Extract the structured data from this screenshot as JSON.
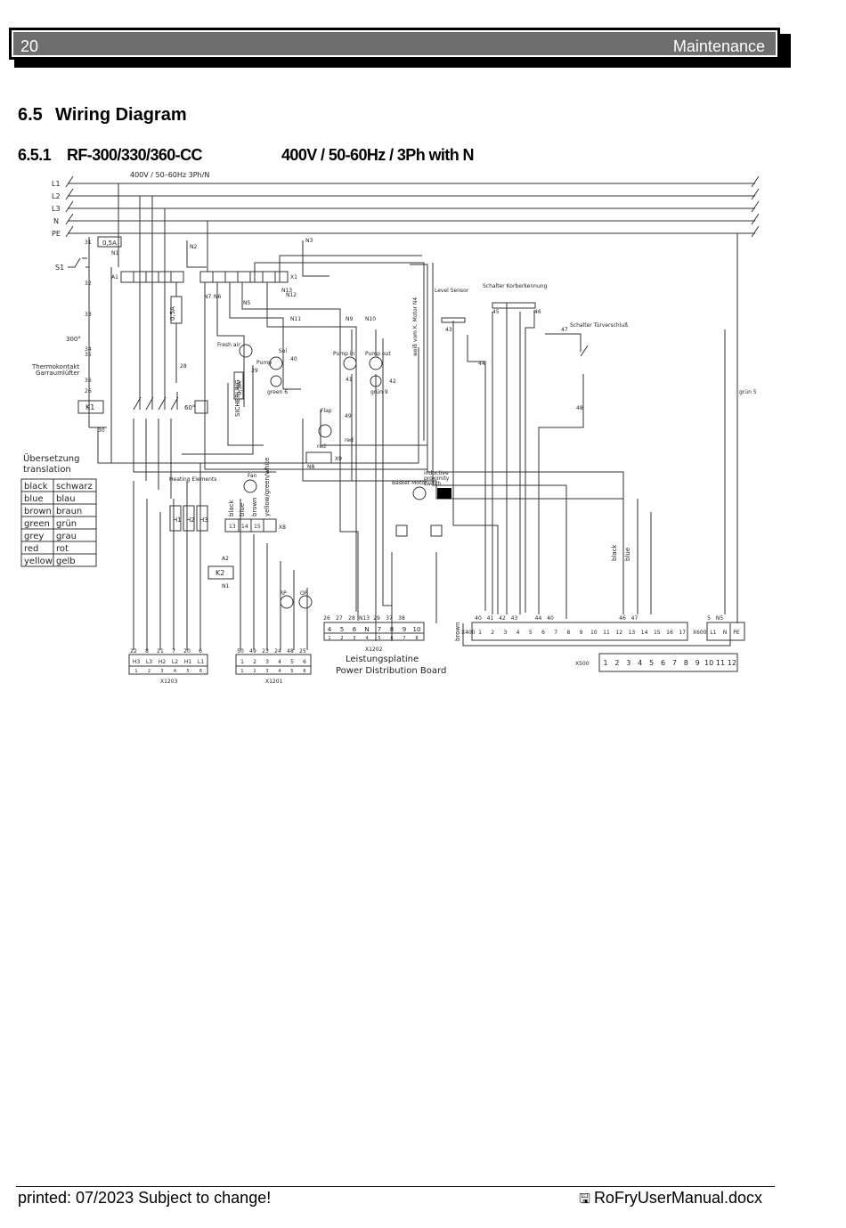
{
  "header": {
    "page_number": "20",
    "section": "Maintenance"
  },
  "section": {
    "number": "6.5",
    "title": "Wiring Diagram"
  },
  "subsection": {
    "number": "6.5.1",
    "title": "RF-300/330/360-CC",
    "spec": "400V / 50-60Hz / 3Ph with N"
  },
  "diagram": {
    "supply_label": "400V / 50–60Hz 3Ph/N",
    "lines": [
      "L1",
      "L2",
      "L3",
      "N",
      "PE"
    ],
    "fuse_main": "0,5A",
    "fuse_side": "0,5A",
    "fuse_sicherung": "0,5A",
    "sicherung": "SICHERUNG",
    "switch": "S1",
    "thermo_300": "300°",
    "thermo_label_1": "Thermokontakt",
    "thermo_label_2": "Garraumlüfter",
    "k1": "K1",
    "k2": "K2",
    "deg60": "60°",
    "translation_title_1": "Übersetzung",
    "translation_title_2": "translation",
    "translation": [
      [
        "black",
        "schwarz"
      ],
      [
        "blue",
        "blau"
      ],
      [
        "brown",
        "braun"
      ],
      [
        "green",
        "grün"
      ],
      [
        "grey",
        "grau"
      ],
      [
        "red",
        "rot"
      ],
      [
        "yellow",
        "gelb"
      ]
    ],
    "fresh_air": "Fresh air",
    "pump": "Pump",
    "sol": "Sol",
    "pump_in": "Pump in",
    "pump_out": "Pump out",
    "level_sensor": "Level Sensor",
    "korb": "Schalter Korberkennung",
    "tuer": "Schalter Türverschluß",
    "flap": "Flap",
    "heating": "Heating Elements",
    "fan": "Fan",
    "basket_motor": "Basket Motor",
    "inductive_1": "inductive",
    "inductive_2": "proximity",
    "inductive_3": "switch",
    "heaters": [
      "H1",
      "H2",
      "H3"
    ],
    "fan_wires": [
      "black",
      "blue",
      "brown",
      "yellow/green/white"
    ],
    "fan_terms": [
      "13",
      "14",
      "15"
    ],
    "x8": "X8",
    "x9": "X9",
    "rp": "RP",
    "op": "OP",
    "x1202_terms": [
      "1",
      "2",
      "3",
      "4",
      "5",
      "6",
      "7",
      "8"
    ],
    "x1202_nums": [
      "26",
      "27",
      "28",
      "N13",
      "29",
      "37",
      "38"
    ],
    "x1202_nums2": [
      "4",
      "5",
      "6",
      "N",
      "7",
      "8",
      "9",
      "10"
    ],
    "x1202": "X1202",
    "board_de": "Leistungsplatine",
    "board_en": "Power Distribution Board",
    "x1203": "X1203",
    "x1203_top": [
      "22",
      "8",
      "21",
      "7",
      "20",
      "6"
    ],
    "x1203_mid": [
      "H3",
      "L3",
      "H2",
      "L2",
      "H1",
      "L1"
    ],
    "x1203_bot": [
      "1",
      "2",
      "3",
      "4",
      "5",
      "6"
    ],
    "x1201": "X1201",
    "x1201_top": [
      "50",
      "49",
      "23",
      "24",
      "48",
      "25"
    ],
    "x1201_mid": [
      "1",
      "2",
      "3",
      "4",
      "5",
      "6"
    ],
    "x1201_bot": [
      "1",
      "2",
      "3",
      "4",
      "5",
      "6"
    ],
    "x400": "X400",
    "x400_top": [
      "40",
      "41",
      "42",
      "43",
      "",
      "44",
      "40",
      "",
      "",
      "",
      "",
      "",
      "46",
      "47",
      ""
    ],
    "x400_terms": [
      "1",
      "2",
      "3",
      "4",
      "5",
      "6",
      "7",
      "8",
      "9",
      "10",
      "11",
      "12",
      "13",
      "14",
      "15",
      "16",
      "17"
    ],
    "x500": "X500",
    "x500_terms": [
      "1",
      "2",
      "3",
      "4",
      "5",
      "6",
      "7",
      "8",
      "9",
      "10",
      "11",
      "12"
    ],
    "x600": "X600",
    "x600_terms": [
      "L1",
      "N",
      "PE"
    ],
    "x600_top": [
      "5",
      "N5"
    ],
    "wire_brown": "brown",
    "wire_black": "black",
    "wire_blue": "blue",
    "green5": "grün 5",
    "green6": "green 6",
    "green9": "grün 9",
    "wirelabels": [
      "N1",
      "N2",
      "N3",
      "N5",
      "N6",
      "N7",
      "N8",
      "N9",
      "N10",
      "N11",
      "N12",
      "N13",
      "X1",
      "A1",
      "A2",
      "N1",
      "30",
      "31",
      "32",
      "33",
      "34",
      "35",
      "36",
      "26",
      "28",
      "29",
      "40",
      "41",
      "42",
      "43",
      "44",
      "45",
      "46",
      "47",
      "48",
      "49",
      "red",
      "red"
    ],
    "motor_note": "weiß vom K. Motor N4"
  },
  "footer": {
    "printed": "printed: 07/2023  Subject to change!",
    "file": "RoFryUserManual.docx"
  }
}
